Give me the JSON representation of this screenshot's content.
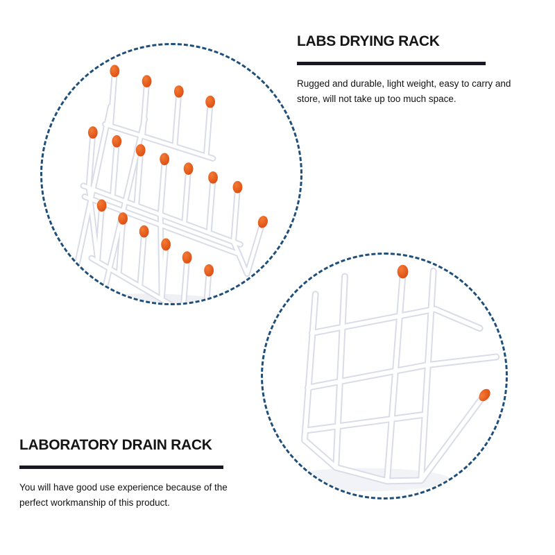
{
  "product": {
    "top_section": {
      "title": "LABS DRYING RACK",
      "description": "Rugged and durable, light weight, easy to carry and store, will not take up too much space."
    },
    "bottom_section": {
      "title": "LABORATORY DRAIN RACK",
      "description": "You will have good use experience because of the perfect workmanship of this product."
    },
    "figures": {
      "main_view": "white-wire-drying-rack-angled-view-with-orange-peg-tips",
      "detail_view": "drain-rack-frame-corner-close-up-with-orange-tips"
    },
    "colors": {
      "background": "#ffffff",
      "title_text": "#151515",
      "body_text": "#111111",
      "divider": "#181824",
      "circle_border": "#1e4f7b",
      "rack_tube": "#ffffff",
      "rack_tube_edge": "#d9dce8",
      "peg_tip_orange": "#e2581b"
    }
  }
}
